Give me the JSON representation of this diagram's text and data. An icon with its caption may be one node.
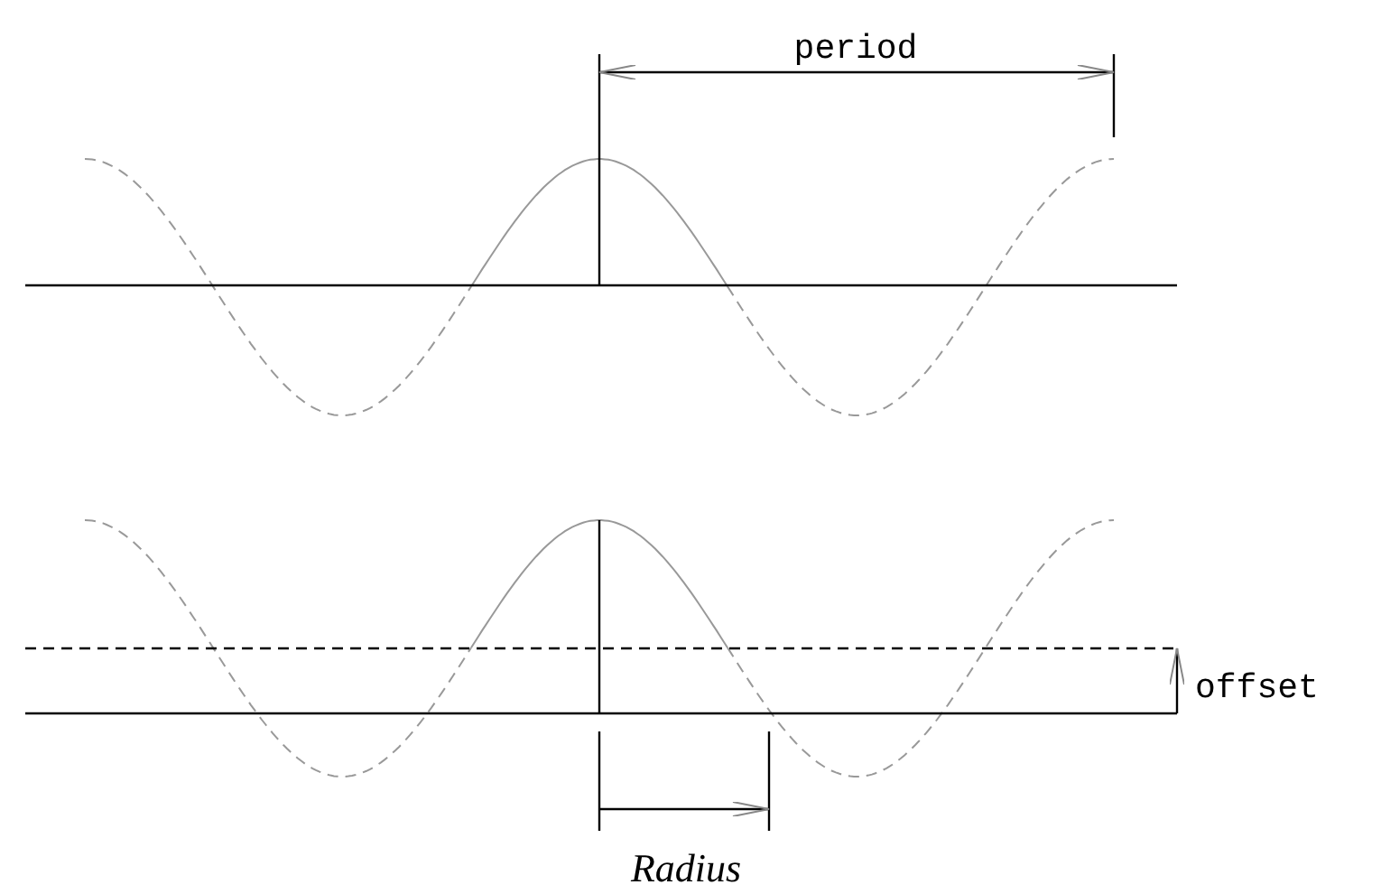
{
  "diagram": {
    "labels": [
      "period",
      "offset",
      "Radius"
    ]
  }
}
